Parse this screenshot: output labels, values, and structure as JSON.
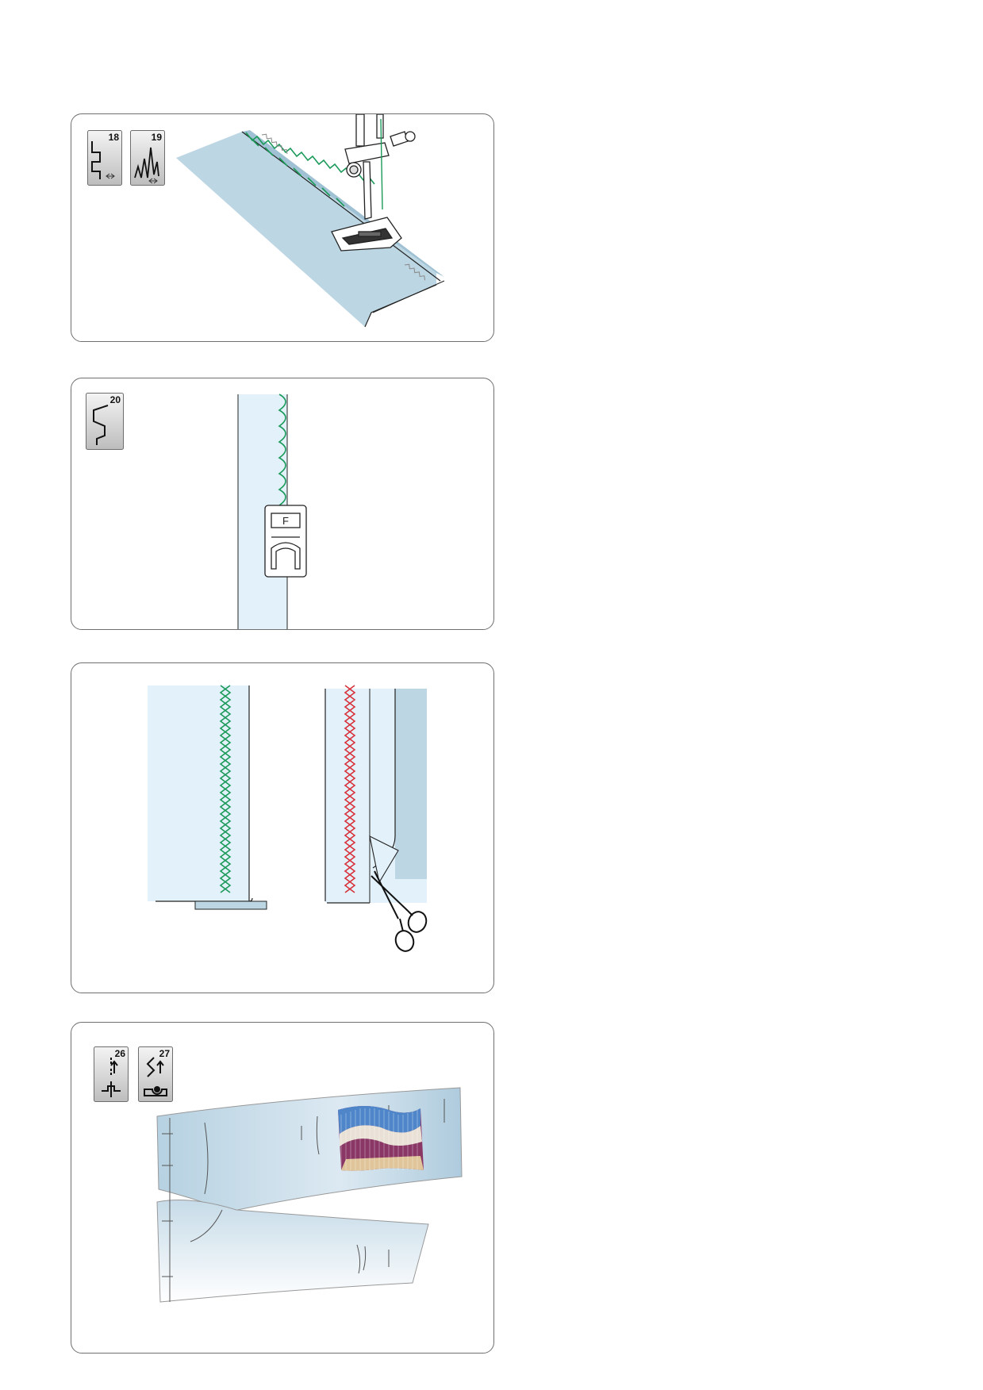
{
  "panel_overcast": {
    "keys": [
      {
        "number": "18",
        "icon": "overcast-stitch-18-icon"
      },
      {
        "number": "19",
        "icon": "overcast-stitch-19-icon"
      }
    ]
  },
  "panel_blind_hem": {
    "keys": [
      {
        "number": "20",
        "icon": "blind-hem-stitch-20-icon"
      }
    ],
    "presser_foot_letter": "F"
  },
  "panel_hem_result": {},
  "panel_darning": {
    "keys": [
      {
        "number": "26",
        "icon": "darning-stitch-26-icon"
      },
      {
        "number": "27",
        "icon": "darning-stitch-27-icon"
      }
    ]
  },
  "colors": {
    "fabric_blue": "#bcd6e3",
    "fabric_light": "#e3f1fa",
    "thread_green": "#1b9a5a",
    "thread_red": "#d8323c",
    "outline": "#222222"
  }
}
